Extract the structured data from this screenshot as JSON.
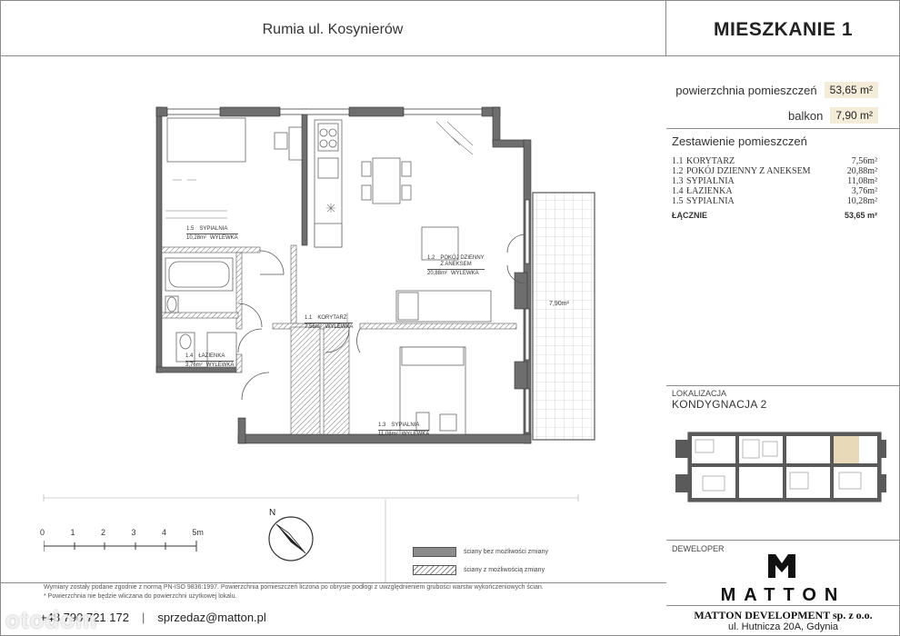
{
  "header": {
    "address": "Rumia ul. Kosynierów",
    "apartment_title": "MIESZKANIE 1"
  },
  "summary": {
    "area_label": "powierzchnia pomieszczeń",
    "area_value": "53,65 m²",
    "balcony_label": "balkon",
    "balcony_value": "7,90 m²"
  },
  "rooms_title": "Zestawienie pomieszczeń",
  "rooms": [
    {
      "num": "1.1",
      "name": "KORYTARZ",
      "area": "7,56m²"
    },
    {
      "num": "1.2",
      "name": "POKÓJ DZIENNY Z ANEKSEM",
      "area": "20,88m²"
    },
    {
      "num": "1.3",
      "name": "SYPIALNIA",
      "area": "11,08m²"
    },
    {
      "num": "1.4",
      "name": "ŁAZIENKA",
      "area": "3,76m²"
    },
    {
      "num": "1.5",
      "name": "SYPIALNIA",
      "area": "10,28m²"
    }
  ],
  "total": {
    "label": "ŁĄCZNIE",
    "value": "53,65 m²"
  },
  "location": {
    "label": "LOKALIZACJA",
    "value": "KONDYGNACJA 2"
  },
  "developer": {
    "label": "DEWELOPER",
    "logo_word": "MATTON",
    "company": "MATTON DEVELOPMENT sp. z o.o.",
    "address": "ul. Hutnicza 20A, Gdynia"
  },
  "plan_labels": {
    "r15": {
      "num": "1.5",
      "name": "SYPIALNIA",
      "area": "10,28m²",
      "floor": "WYLEWKA"
    },
    "r12": {
      "num": "1.2",
      "name": "POKÓJ DZIENNY",
      "name2": "Z ANEKSEM",
      "area": "20,88m²",
      "floor": "WYLEWKA"
    },
    "r11": {
      "num": "1.1",
      "name": "KORYTARZ",
      "area": "7,56m²",
      "floor": "WYLEWKA"
    },
    "r14": {
      "num": "1.4",
      "name": "ŁAZIENKA",
      "area": "3,76m²",
      "floor": "WYLEWKA"
    },
    "r13": {
      "num": "1.3",
      "name": "SYPIALNIA",
      "area": "11,08m²",
      "floor": "WYLEWKA"
    },
    "balcony": "7,90m²"
  },
  "scale": {
    "ticks": [
      "0",
      "1",
      "2",
      "3",
      "4",
      "5m"
    ]
  },
  "legend": {
    "solid": "ściany bez możliwości zmiany",
    "hatch": "ściany z możliwością zmiany"
  },
  "footnote": {
    "line1": "Wymiary zostały podane zgodnie z normą PN-ISO 9836:1997. Powierzchnia pomieszczeń liczona po obrysie podłogi z uwzględnieniem grubości warstw wykończeniowych ścian.",
    "line2": "* Powierzchnia nie będzie wliczana do powierzchni użytkowej lokalu."
  },
  "contact": {
    "phone": "+48 790 721 172",
    "separator": "|",
    "email": "sprzedaz@matton.pl"
  },
  "watermark": "otodom",
  "colors": {
    "accent_box": "#f3ecd9",
    "wall": "#6e6e6e",
    "frame": "#8a8a8a"
  }
}
